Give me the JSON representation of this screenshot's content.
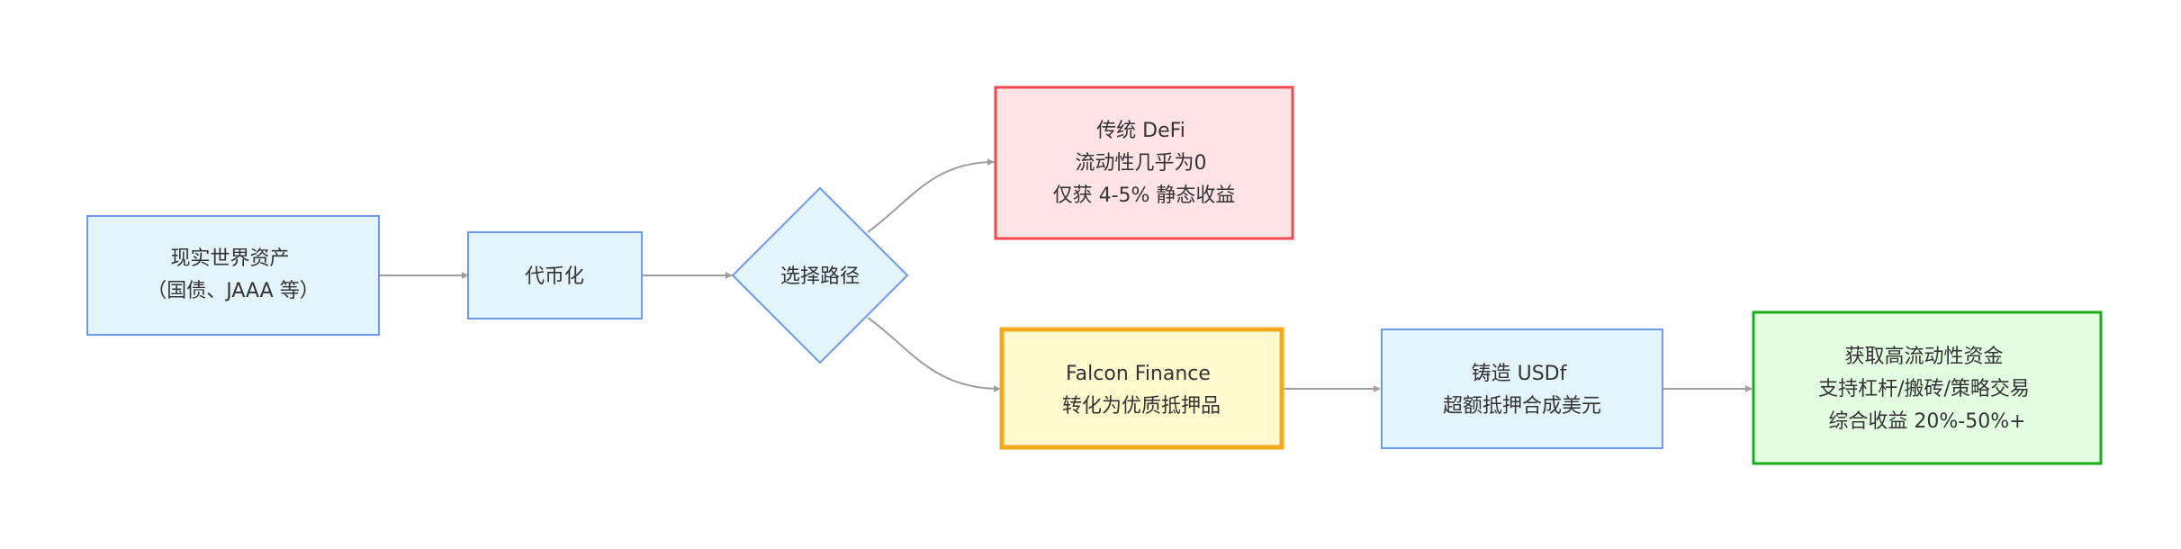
{
  "nodes": {
    "rwa": {
      "lines": [
        "现实世界资产",
        "（国债、JAAA 等）"
      ],
      "fill": "#e3f4fd",
      "stroke": "#6d9bea"
    },
    "tokenize": {
      "lines": [
        "代币化"
      ],
      "fill": "#e3f4fd",
      "stroke": "#6d9bea"
    },
    "choose": {
      "lines": [
        "选择路径"
      ],
      "fill": "#e3f4fd",
      "stroke": "#6d9bea"
    },
    "defi": {
      "lines": [
        "传统 DeFi",
        "流动性几乎为0",
        "仅获 4-5% 静态收益"
      ],
      "fill": "#ffe3e5",
      "stroke": "#f04a4f"
    },
    "falcon": {
      "lines": [
        "Falcon Finance",
        "转化为优质抵押品"
      ],
      "fill": "#fffacd",
      "stroke": "#f2a91e"
    },
    "mint": {
      "lines": [
        "铸造 USDf",
        "超额抵押合成美元"
      ],
      "fill": "#e3f4fd",
      "stroke": "#6d9bea"
    },
    "liquidity": {
      "lines": [
        "获取高流动性资金",
        "支持杠杆/搬砖/策略交易",
        "综合收益 20%-50%+"
      ],
      "fill": "#e3fde3",
      "stroke": "#19ad19"
    }
  },
  "edges": [
    {
      "from": "rwa",
      "to": "tokenize"
    },
    {
      "from": "tokenize",
      "to": "choose"
    },
    {
      "from": "choose",
      "to": "defi"
    },
    {
      "from": "choose",
      "to": "falcon"
    },
    {
      "from": "falcon",
      "to": "mint"
    },
    {
      "from": "mint",
      "to": "liquidity"
    }
  ],
  "colors": {
    "edge": "#9e9e9e",
    "text": "#333333"
  }
}
